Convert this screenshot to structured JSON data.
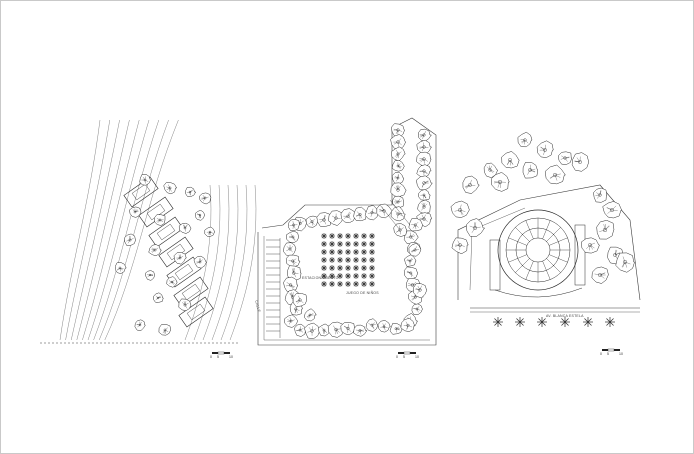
{
  "palette": {
    "ink": "#2b2b2b",
    "light_ink": "#7a7a7a",
    "frame": "#c9c9c9",
    "paper": "#ffffff"
  },
  "plan_left": {
    "scale": {
      "t0": "0",
      "t1": "5",
      "t2": "10"
    }
  },
  "plan_middle": {
    "labels": {
      "estacionamiento": "ESTACIONAMIENTO",
      "plaza": "JUEGO DE NIÑOS",
      "street": "CALLE"
    },
    "scale": {
      "t0": "0",
      "t1": "5",
      "t2": "10"
    }
  },
  "plan_right": {
    "labels": {
      "avenue": "AV. BLANCA ESTELA"
    },
    "scale": {
      "t0": "0",
      "t1": "5",
      "t2": "10"
    }
  },
  "icons": {
    "tree": "tree-canopy-icon",
    "palm": "palm-icon",
    "scale": "scale-bar-icon"
  }
}
